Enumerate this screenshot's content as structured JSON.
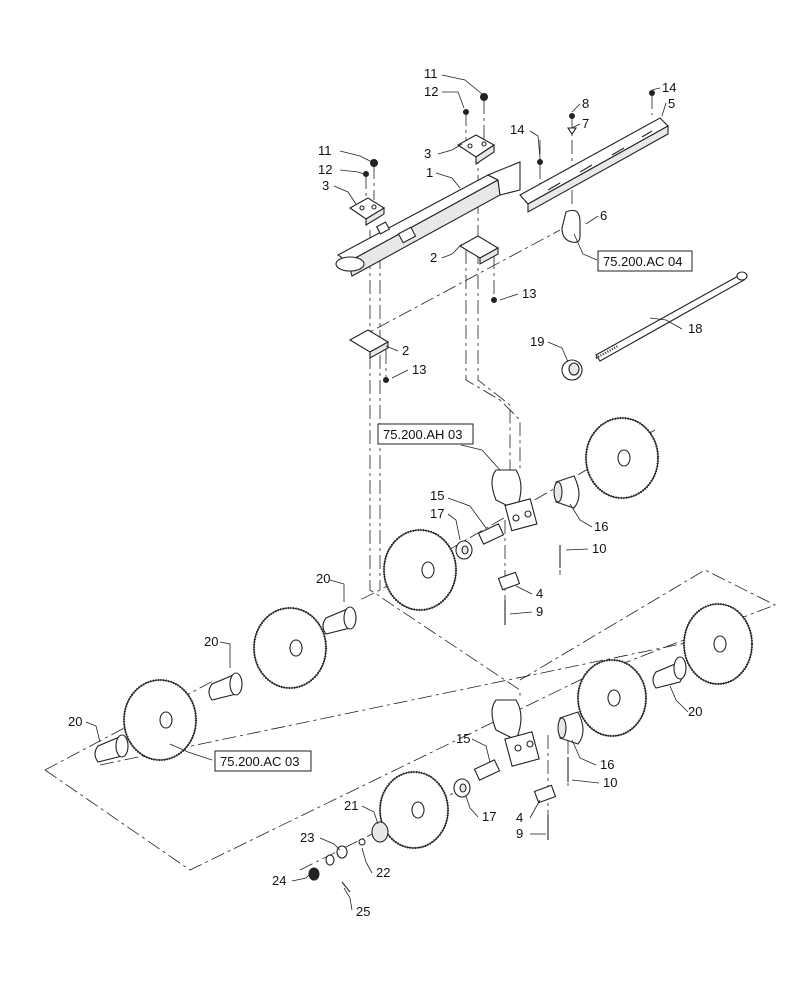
{
  "callouts": {
    "c1": "1",
    "c2a": "2",
    "c2b": "2",
    "c3a": "3",
    "c3b": "3",
    "c4a": "4",
    "c4b": "4",
    "c5": "5",
    "c6": "6",
    "c7": "7",
    "c8": "8",
    "c9a": "9",
    "c9b": "9",
    "c10a": "10",
    "c10b": "10",
    "c11a": "11",
    "c11b": "11",
    "c12a": "12",
    "c12b": "12",
    "c13a": "13",
    "c13b": "13",
    "c14a": "14",
    "c14b": "14",
    "c15a": "15",
    "c15b": "15",
    "c16a": "16",
    "c16b": "16",
    "c17a": "17",
    "c17b": "17",
    "c18": "18",
    "c19": "19",
    "c20a": "20",
    "c20b": "20",
    "c20c": "20",
    "c20d": "20",
    "c21": "21",
    "c22": "22",
    "c23": "23",
    "c24": "24",
    "c25": "25"
  },
  "references": {
    "ref_ac04": "75.200.AC 04",
    "ref_ah03": "75.200.AH 03",
    "ref_ac03": "75.200.AC 03"
  }
}
